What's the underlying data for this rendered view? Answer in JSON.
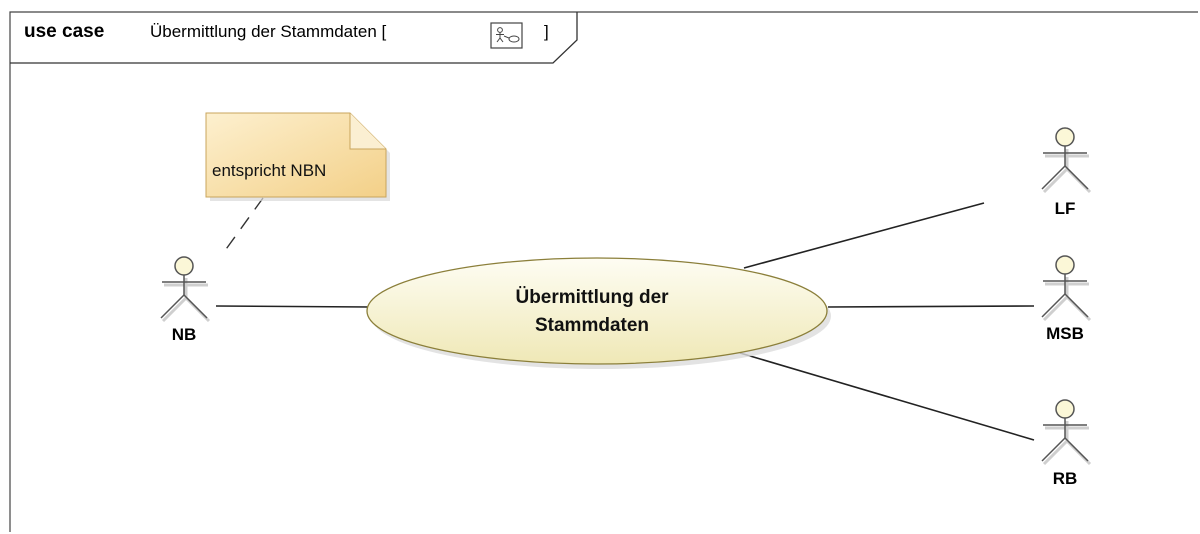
{
  "frame": {
    "keyword": "use case",
    "name": "Übermittlung der Stammdaten [",
    "name_close": "]",
    "diagram_icon": "use-case-diagram-icon"
  },
  "use_case": {
    "line1": "Übermittlung der",
    "line2": "Stammdaten"
  },
  "note": {
    "text": "entspricht NBN"
  },
  "actors": {
    "nb": "NB",
    "lf": "LF",
    "msb": "MSB",
    "rb": "RB"
  },
  "colors": {
    "usecase_fill_light": "#fefdf0",
    "usecase_fill_dark": "#f1ebbd",
    "note_fill_light": "#fdf4de",
    "note_fill_dark": "#f5d48e",
    "actor_head": "#fbf7d7",
    "line": "#222222"
  }
}
